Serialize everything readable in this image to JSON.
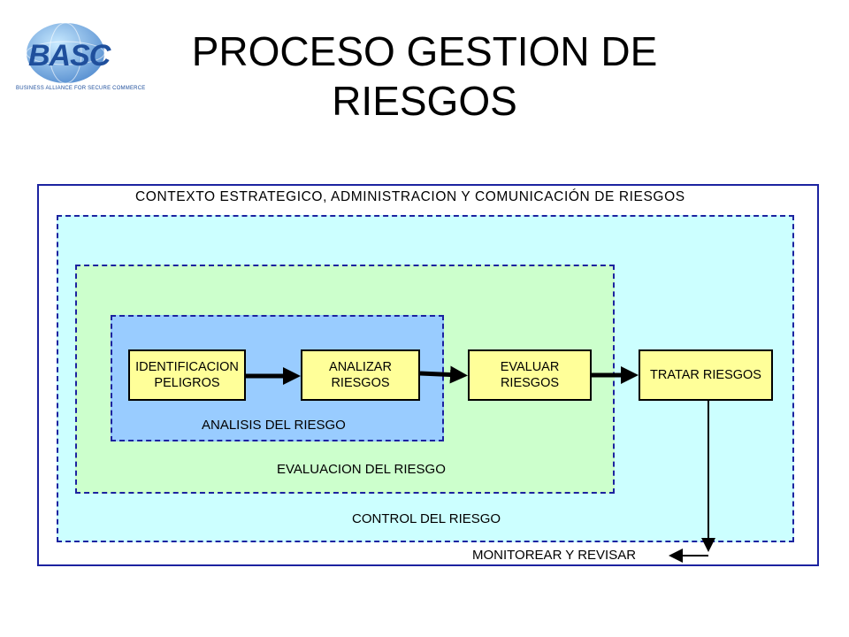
{
  "slide": {
    "title": "PROCESO GESTION DE\nRIESGOS",
    "logo": {
      "text": "BASC",
      "subtitle": "BUSINESS ALLIANCE FOR SECURE COMMERCE"
    }
  },
  "diagram": {
    "context_label": "CONTEXTO ESTRATEGICO, ADMINISTRACION Y COMUNICACIÓN DE RIESGOS",
    "control_label": "CONTROL DEL RIESGO",
    "evaluacion_label": "EVALUACION DEL RIESGO",
    "analisis_label": "ANALISIS DEL RIESGO",
    "monitor_label": "MONITOREAR Y REVISAR",
    "boxes": {
      "identificacion": "IDENTIFICACION\nPELIGROS",
      "analizar": "ANALIZAR\nRIESGOS",
      "evaluar": "EVALUAR\nRIESGOS",
      "tratar": "TRATAR RIESGOS"
    },
    "colors": {
      "border": "#1c23a0",
      "control_fill": "#ccffff",
      "evaluacion_fill": "#ccffcc",
      "analisis_fill": "#99ccff",
      "box_fill": "#ffff99"
    }
  }
}
